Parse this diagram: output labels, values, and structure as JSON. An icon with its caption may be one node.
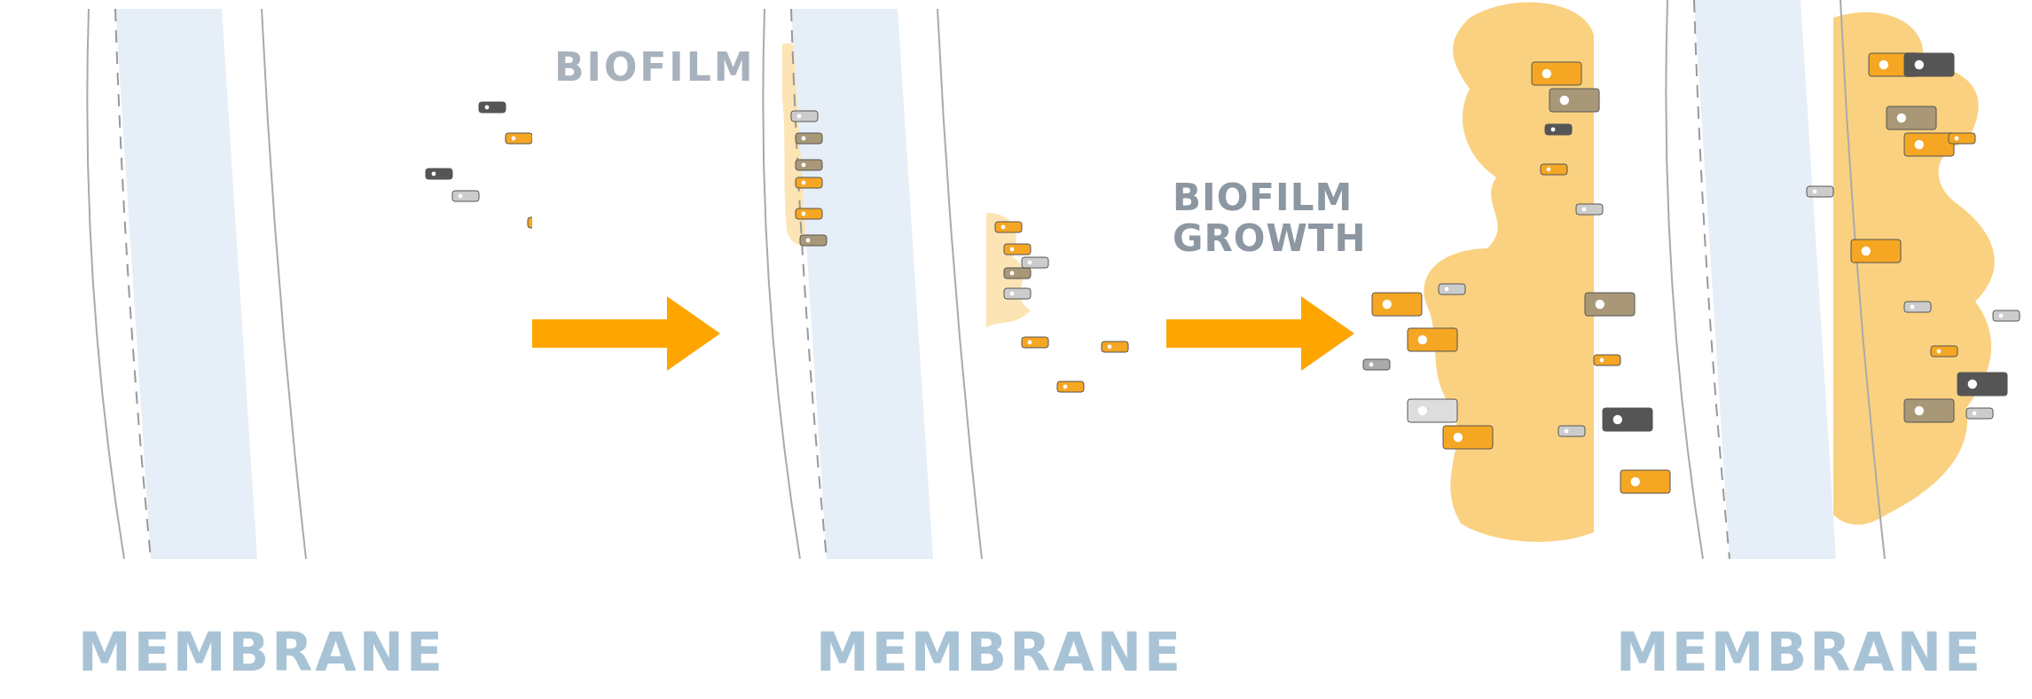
{
  "diagram": {
    "nodes": [
      {
        "text": [],
        "shape": "picture",
        "beside": [
          "MEMBRANE"
        ]
      },
      {
        "text": [],
        "shape": "picture",
        "beside": [
          "BIOFILM",
          "MEMBRANE"
        ]
      },
      {
        "text": [],
        "shape": "picture",
        "beside": [
          "BIOFILM GROWTH",
          "MEMBRANE"
        ]
      }
    ],
    "edges": [
      {
        "from": 0,
        "to": 1,
        "arrow": "to"
      },
      {
        "from": 1,
        "to": 2,
        "arrow": "to"
      }
    ]
  }
}
